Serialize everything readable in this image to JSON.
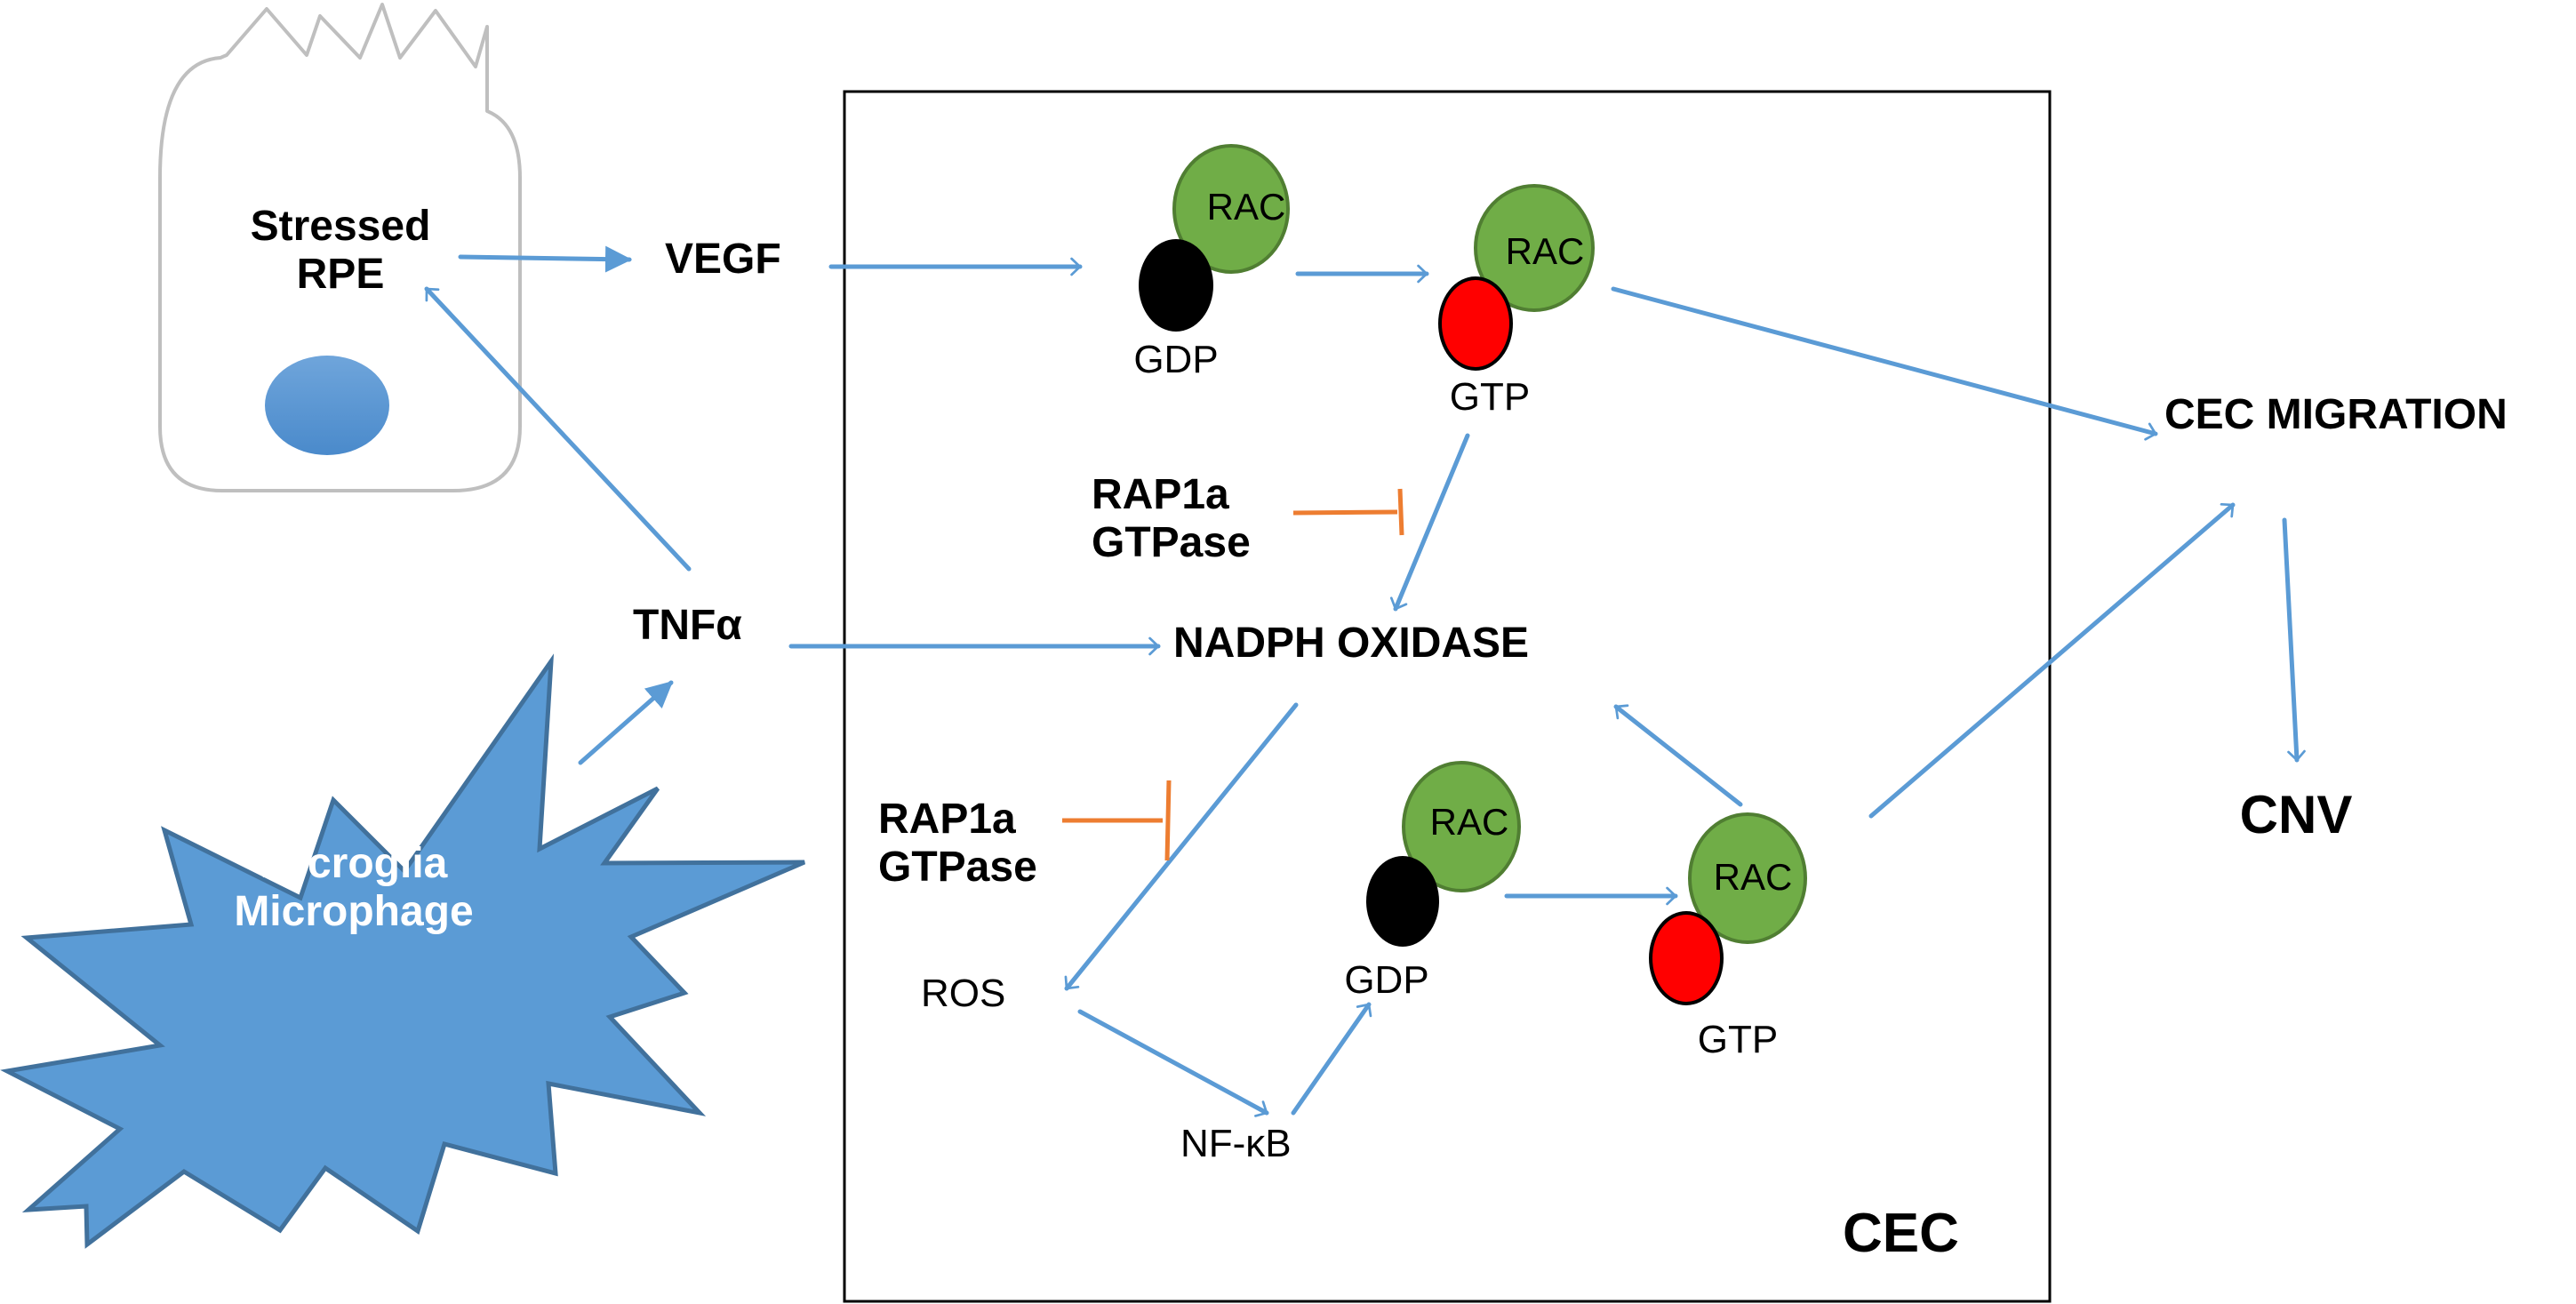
{
  "outside": {
    "rpe_cell": {
      "line1": "Stressed",
      "line2": "RPE"
    },
    "vegf": "VEGF",
    "tnfa": "TNFα",
    "microglia": {
      "line1": "Microglia",
      "line2": "Microphage"
    },
    "cec_migration": "CEC MIGRATION",
    "cnv": "CNV"
  },
  "cec_box": {
    "label": "CEC",
    "rac_complexes": [
      {
        "rac_label": "RAC",
        "nucleotide": "GDP",
        "state": "inactive"
      },
      {
        "rac_label": "RAC",
        "nucleotide": "GTP",
        "state": "active"
      },
      {
        "rac_label": "RAC",
        "nucleotide": "GDP",
        "state": "inactive"
      },
      {
        "rac_label": "RAC",
        "nucleotide": "GTP",
        "state": "active"
      }
    ],
    "inhibitors": [
      {
        "line1": "RAP1a",
        "line2": "GTPase"
      },
      {
        "line1": "RAP1a",
        "line2": "GTPase"
      }
    ],
    "nadph_oxidase": "NADPH OXIDASE",
    "ros": "ROS",
    "nfkb": "NF-κB"
  },
  "colors": {
    "arrow": "#5b9bd5",
    "inhibition": "#ed7d31",
    "rac": "#70ad47",
    "rac_border": "#507e32",
    "gdp": "#000000",
    "gtp": "#ff0000",
    "microglia_fill": "#5b9bd5",
    "microglia_border": "#41719c",
    "nucleus": "#5b9bd5",
    "cell_outline": "#bfbfbf"
  }
}
